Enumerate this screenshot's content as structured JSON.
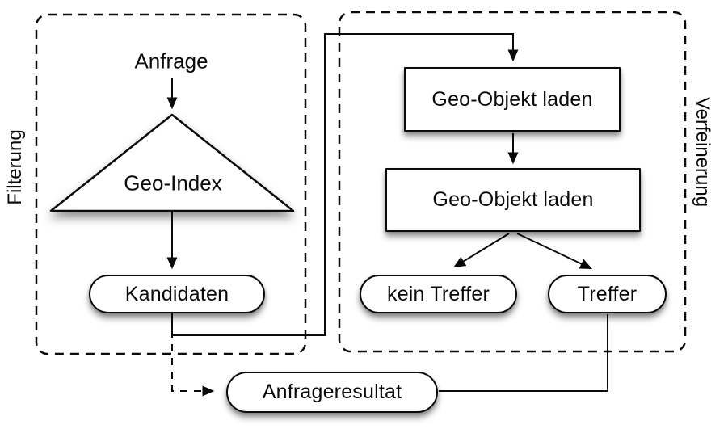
{
  "diagram": {
    "title_hint": "two-phase geo query processing flow",
    "groups": [
      {
        "id": "filterung",
        "label": "Filterung",
        "side": "left"
      },
      {
        "id": "verfeinerung",
        "label": "Verfeinerung",
        "side": "right"
      }
    ],
    "nodes": {
      "anfrage": {
        "label": "Anfrage",
        "shape": "text"
      },
      "geo_index": {
        "label": "Geo-Index",
        "shape": "triangle"
      },
      "kandidaten": {
        "label": "Kandidaten",
        "shape": "pill"
      },
      "geo_objekt_laden_1": {
        "label": "Geo-Objekt laden",
        "shape": "rect"
      },
      "geo_objekt_laden_2": {
        "label": "Geo-Objekt laden",
        "shape": "rect"
      },
      "kein_treffer": {
        "label": "kein Treffer",
        "shape": "pill"
      },
      "treffer": {
        "label": "Treffer",
        "shape": "pill"
      },
      "anfrageresultat": {
        "label": "Anfrageresultat",
        "shape": "pill"
      }
    },
    "edges": [
      {
        "from": "anfrage",
        "to": "geo_index",
        "style": "solid-arrow"
      },
      {
        "from": "geo_index",
        "to": "kandidaten",
        "style": "solid-arrow"
      },
      {
        "from": "kandidaten",
        "to": "geo_objekt_laden_1",
        "style": "solid-arrow",
        "route": "elbow-over-top"
      },
      {
        "from": "geo_objekt_laden_1",
        "to": "geo_objekt_laden_2",
        "style": "solid-arrow"
      },
      {
        "from": "geo_objekt_laden_2",
        "to": "kein_treffer",
        "style": "solid-arrow"
      },
      {
        "from": "geo_objekt_laden_2",
        "to": "treffer",
        "style": "solid-arrow"
      },
      {
        "from": "treffer",
        "to": "anfrageresultat",
        "style": "solid-line",
        "route": "elbow-bottom"
      },
      {
        "from": "kandidaten",
        "to": "anfrageresultat",
        "style": "dashed-arrow"
      }
    ],
    "colors": {
      "stroke": "#0a0a0a",
      "fill": "#ffffff",
      "background": "#ffffff",
      "shadow": "rgba(0,0,0,0.40)"
    }
  }
}
